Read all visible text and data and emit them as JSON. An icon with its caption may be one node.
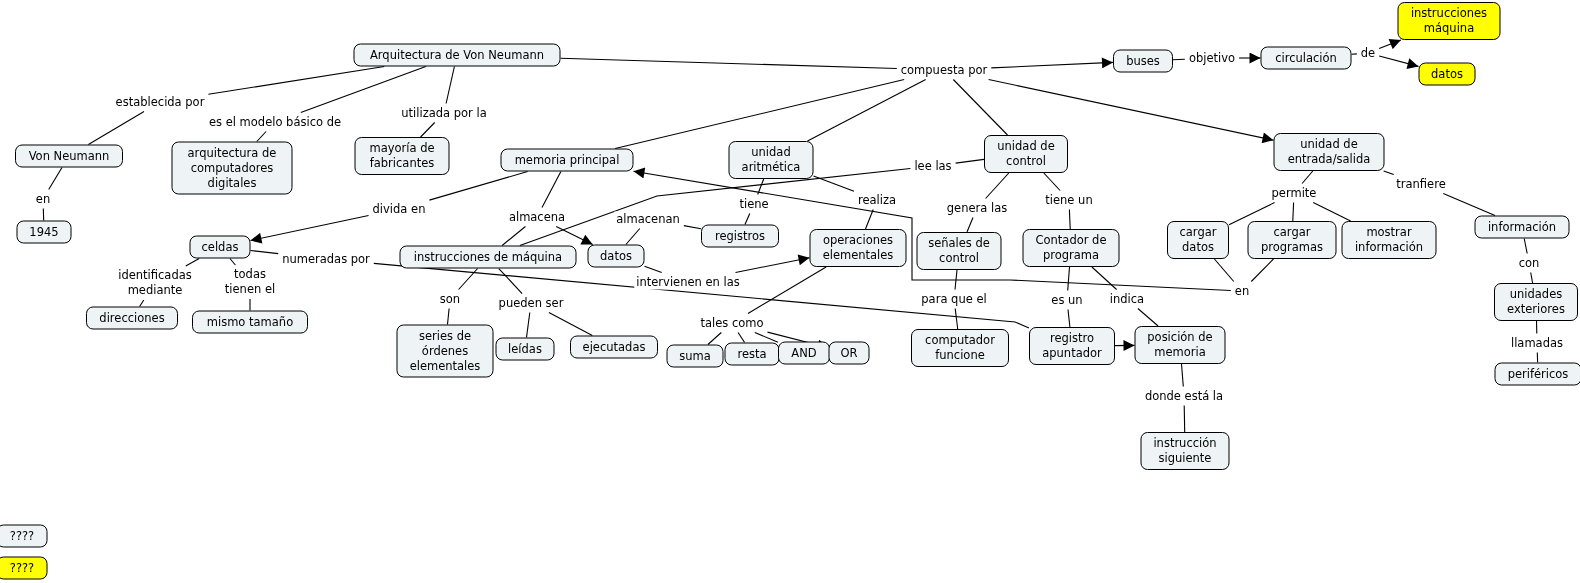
{
  "diagram": {
    "nodes": [
      {
        "text": [
          "Arquitectura de Von Neumann"
        ]
      },
      {
        "text": [
          "establecida por"
        ]
      },
      {
        "text": [
          "es el modelo básico de"
        ]
      },
      {
        "text": [
          "utilizada por la"
        ]
      },
      {
        "text": [
          "compuesta por"
        ]
      },
      {
        "text": [
          "Von Neumann"
        ]
      },
      {
        "text": [
          "en"
        ]
      },
      {
        "text": [
          "1945"
        ]
      },
      {
        "text": [
          "arquitectura de computadores digitales"
        ]
      },
      {
        "text": [
          "mayoría de fabricantes"
        ]
      },
      {
        "text": [
          "buses"
        ]
      },
      {
        "text": [
          "objetivo"
        ]
      },
      {
        "text": [
          "circulación"
        ]
      },
      {
        "text": [
          "de"
        ]
      },
      {
        "text": [
          "instrucciones máquina"
        ]
      },
      {
        "text": [
          "datos"
        ]
      },
      {
        "text": [
          "memoria principal"
        ]
      },
      {
        "text": [
          "unidad aritmética"
        ]
      },
      {
        "text": [
          "unidad de control"
        ]
      },
      {
        "text": [
          "unidad de entrada/salida"
        ]
      },
      {
        "text": [
          "lee las"
        ]
      },
      {
        "text": [
          "divida en"
        ]
      },
      {
        "text": [
          "almacena"
        ]
      },
      {
        "text": [
          "almacenan"
        ]
      },
      {
        "text": [
          "tiene"
        ]
      },
      {
        "text": [
          "realiza"
        ]
      },
      {
        "text": [
          "genera las"
        ]
      },
      {
        "text": [
          "tiene un"
        ]
      },
      {
        "text": [
          "permite"
        ]
      },
      {
        "text": [
          "tranfiere"
        ]
      },
      {
        "text": [
          "celdas"
        ]
      },
      {
        "text": [
          "instrucciones de máquina"
        ]
      },
      {
        "text": [
          "datos"
        ]
      },
      {
        "text": [
          "registros"
        ]
      },
      {
        "text": [
          "operaciones elementales"
        ]
      },
      {
        "text": [
          "señales de control"
        ]
      },
      {
        "text": [
          "Contador de programa"
        ]
      },
      {
        "text": [
          "cargar datos"
        ]
      },
      {
        "text": [
          "cargar programas"
        ]
      },
      {
        "text": [
          "mostrar información"
        ]
      },
      {
        "text": [
          "información"
        ]
      },
      {
        "text": [
          "numeradas por"
        ]
      },
      {
        "text": [
          "identificadas mediante"
        ]
      },
      {
        "text": [
          "todas tienen el"
        ]
      },
      {
        "text": [
          "son"
        ]
      },
      {
        "text": [
          "pueden ser"
        ]
      },
      {
        "text": [
          "intervienen en las"
        ]
      },
      {
        "text": [
          "tales como"
        ]
      },
      {
        "text": [
          "para que el"
        ]
      },
      {
        "text": [
          "es un"
        ]
      },
      {
        "text": [
          "indica"
        ]
      },
      {
        "text": [
          "en"
        ]
      },
      {
        "text": [
          "con"
        ]
      },
      {
        "text": [
          "direcciones"
        ]
      },
      {
        "text": [
          "mismo tamaño"
        ]
      },
      {
        "text": [
          "series de órdenes elementales"
        ]
      },
      {
        "text": [
          "leídas"
        ]
      },
      {
        "text": [
          "ejecutadas"
        ]
      },
      {
        "text": [
          "suma"
        ]
      },
      {
        "text": [
          "resta"
        ]
      },
      {
        "text": [
          "AND"
        ]
      },
      {
        "text": [
          "OR"
        ]
      },
      {
        "text": [
          "computador funcione"
        ]
      },
      {
        "text": [
          "registro apuntador"
        ]
      },
      {
        "text": [
          "posición de memoria"
        ]
      },
      {
        "text": [
          "unidades exteriores"
        ]
      },
      {
        "text": [
          "llamadas"
        ]
      },
      {
        "text": [
          "periféricos"
        ]
      },
      {
        "text": [
          "donde está la"
        ]
      },
      {
        "text": [
          "instrucción siguiente"
        ]
      },
      {
        "text": [
          "????"
        ]
      },
      {
        "text": [
          "????"
        ]
      }
    ],
    "edges": [
      {
        "from": 0,
        "to": 1,
        "arrow": "none"
      },
      {
        "from": 1,
        "to": 5,
        "arrow": "none"
      },
      {
        "from": 0,
        "to": 2,
        "arrow": "none"
      },
      {
        "from": 2,
        "to": 8,
        "arrow": "none"
      },
      {
        "from": 0,
        "to": 3,
        "arrow": "none"
      },
      {
        "from": 3,
        "to": 9,
        "arrow": "none"
      },
      {
        "from": 0,
        "to": 4,
        "arrow": "none"
      },
      {
        "from": 4,
        "to": 10,
        "arrow": "to"
      },
      {
        "from": 4,
        "to": 16,
        "arrow": "none"
      },
      {
        "from": 4,
        "to": 17,
        "arrow": "none"
      },
      {
        "from": 4,
        "to": 18,
        "arrow": "none"
      },
      {
        "from": 4,
        "to": 19,
        "arrow": "to"
      },
      {
        "from": 5,
        "to": 6,
        "arrow": "none"
      },
      {
        "from": 6,
        "to": 7,
        "arrow": "none"
      },
      {
        "from": 10,
        "to": 11,
        "arrow": "none"
      },
      {
        "from": 11,
        "to": 12,
        "arrow": "to"
      },
      {
        "from": 12,
        "to": 13,
        "arrow": "none"
      },
      {
        "from": 13,
        "to": 14,
        "arrow": "to"
      },
      {
        "from": 13,
        "to": 15,
        "arrow": "to"
      },
      {
        "from": 18,
        "to": 20,
        "arrow": "none"
      },
      {
        "from": 20,
        "to": 31,
        "arrow": "none"
      },
      {
        "from": 16,
        "to": 21,
        "arrow": "none"
      },
      {
        "from": 21,
        "to": 30,
        "arrow": "to"
      },
      {
        "from": 16,
        "to": 22,
        "arrow": "none"
      },
      {
        "from": 22,
        "to": 31,
        "arrow": "none"
      },
      {
        "from": 22,
        "to": 32,
        "arrow": "to"
      },
      {
        "from": 17,
        "to": 24,
        "arrow": "none"
      },
      {
        "from": 24,
        "to": 33,
        "arrow": "none"
      },
      {
        "from": 33,
        "to": 23,
        "arrow": "none"
      },
      {
        "from": 23,
        "to": 32,
        "arrow": "none"
      },
      {
        "from": 17,
        "to": 25,
        "arrow": "none"
      },
      {
        "from": 25,
        "to": 34,
        "arrow": "none"
      },
      {
        "from": 18,
        "to": 26,
        "arrow": "none"
      },
      {
        "from": 26,
        "to": 35,
        "arrow": "none"
      },
      {
        "from": 18,
        "to": 27,
        "arrow": "none"
      },
      {
        "from": 27,
        "to": 36,
        "arrow": "none"
      },
      {
        "from": 19,
        "to": 28,
        "arrow": "none"
      },
      {
        "from": 28,
        "to": 37,
        "arrow": "none"
      },
      {
        "from": 28,
        "to": 38,
        "arrow": "none"
      },
      {
        "from": 28,
        "to": 39,
        "arrow": "none"
      },
      {
        "from": 19,
        "to": 29,
        "arrow": "none"
      },
      {
        "from": 29,
        "to": 40,
        "arrow": "none"
      },
      {
        "from": 37,
        "to": 51,
        "arrow": "none"
      },
      {
        "from": 38,
        "to": 51,
        "arrow": "none"
      },
      {
        "from": 51,
        "to": 16,
        "arrow": "to"
      },
      {
        "from": 30,
        "to": 41,
        "arrow": "none"
      },
      {
        "from": 41,
        "to": 63,
        "arrow": "none"
      },
      {
        "from": 30,
        "to": 42,
        "arrow": "none"
      },
      {
        "from": 42,
        "to": 53,
        "arrow": "none"
      },
      {
        "from": 30,
        "to": 43,
        "arrow": "none"
      },
      {
        "from": 43,
        "to": 54,
        "arrow": "none"
      },
      {
        "from": 31,
        "to": 44,
        "arrow": "none"
      },
      {
        "from": 44,
        "to": 55,
        "arrow": "none"
      },
      {
        "from": 31,
        "to": 45,
        "arrow": "none"
      },
      {
        "from": 45,
        "to": 56,
        "arrow": "none"
      },
      {
        "from": 45,
        "to": 57,
        "arrow": "none"
      },
      {
        "from": 32,
        "to": 46,
        "arrow": "none"
      },
      {
        "from": 46,
        "to": 34,
        "arrow": "to"
      },
      {
        "from": 34,
        "to": 47,
        "arrow": "none"
      },
      {
        "from": 47,
        "to": 58,
        "arrow": "none"
      },
      {
        "from": 47,
        "to": 59,
        "arrow": "none"
      },
      {
        "from": 47,
        "to": 60,
        "arrow": "none"
      },
      {
        "from": 47,
        "to": 61,
        "arrow": "to"
      },
      {
        "from": 35,
        "to": 48,
        "arrow": "none"
      },
      {
        "from": 48,
        "to": 62,
        "arrow": "none"
      },
      {
        "from": 36,
        "to": 49,
        "arrow": "none"
      },
      {
        "from": 49,
        "to": 63,
        "arrow": "none"
      },
      {
        "from": 36,
        "to": 50,
        "arrow": "none"
      },
      {
        "from": 50,
        "to": 64,
        "arrow": "none"
      },
      {
        "from": 63,
        "to": 64,
        "arrow": "to"
      },
      {
        "from": 64,
        "to": 68,
        "arrow": "none"
      },
      {
        "from": 68,
        "to": 69,
        "arrow": "none"
      },
      {
        "from": 40,
        "to": 52,
        "arrow": "none"
      },
      {
        "from": 52,
        "to": 65,
        "arrow": "none"
      },
      {
        "from": 65,
        "to": 66,
        "arrow": "none"
      },
      {
        "from": 66,
        "to": 67,
        "arrow": "none"
      }
    ]
  }
}
